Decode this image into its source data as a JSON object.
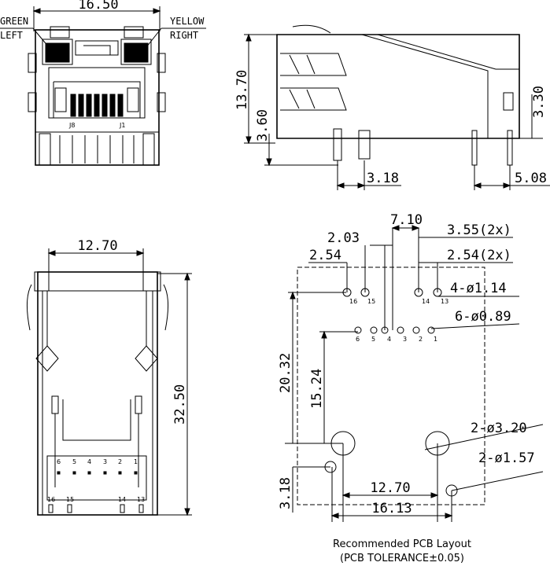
{
  "front_view": {
    "width_dim": "16.50",
    "green_label": "GREEN",
    "left_label": "LEFT",
    "yellow_label": "YELLOW",
    "right_label": "RIGHT",
    "port_j8": "J8",
    "port_j1": "J1"
  },
  "side_view": {
    "height_dim": "13.70",
    "post_dim": "3.60",
    "right_dim": "3.30",
    "pitch_dim": "3.18",
    "rear_dim": "5.08"
  },
  "top_view": {
    "width_dim": "12.70",
    "length_dim": "32.50",
    "pin_labels_top": [
      "6",
      "5",
      "4",
      "3",
      "2",
      "1"
    ],
    "pin_labels_bottom": [
      "16",
      "15",
      "14",
      "13"
    ]
  },
  "pcb_layout": {
    "dim_7_10": "7.10",
    "dim_2_03": "2.03",
    "dim_2_54": "2.54",
    "dim_3_55": "3.55(2x)",
    "dim_2_54x": "2.54(2x)",
    "dim_4holes": "4-ø1.14",
    "dim_6holes": "6-ø0.89",
    "dim_20_32": "20.32",
    "dim_15_24": "15.24",
    "dim_3_18": "3.18",
    "dim_12_70": "12.70",
    "dim_16_13": "16.13",
    "dim_2_320": "2-ø3.20",
    "dim_2_157": "2-ø1.57",
    "pins_upper": [
      "16",
      "15",
      "14",
      "13"
    ],
    "pins_lower": [
      "6",
      "5",
      "4",
      "3",
      "2",
      "1"
    ],
    "caption_line1": "Recommended PCB Layout",
    "caption_line2": "(PCB TOLERANCE±0.05)"
  }
}
